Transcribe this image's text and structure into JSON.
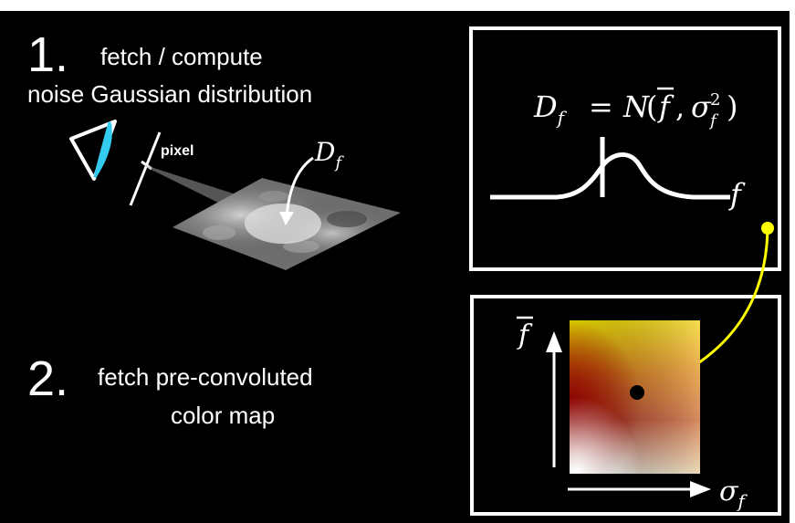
{
  "step1": {
    "number": "1.",
    "line1": "fetch / compute",
    "line2": "noise Gaussian distribution"
  },
  "step2": {
    "number": "2.",
    "line1": "fetch pre-convoluted",
    "line2": "color map"
  },
  "illustration": {
    "pixel_label": "pixel",
    "df_label_main": "D",
    "df_label_sub": "f"
  },
  "top_panel": {
    "formula_lhs": "D",
    "formula_lhs_sub": "f",
    "formula_eq": "=",
    "formula_N": "N",
    "formula_args_open": "(",
    "formula_fbar": "f",
    "formula_comma": ",",
    "formula_sigma": "σ",
    "formula_sigma_sup": "2",
    "formula_sigma_sub": "f",
    "formula_close": ")",
    "axis_label": "f"
  },
  "bottom_panel": {
    "y_axis_label": "f",
    "x_axis_label": "σ",
    "x_axis_sub": "f"
  },
  "colors": {
    "background": "#000000",
    "foreground": "#ffffff",
    "arrow": "#ffff00",
    "eye_fill": "#33ccee"
  }
}
